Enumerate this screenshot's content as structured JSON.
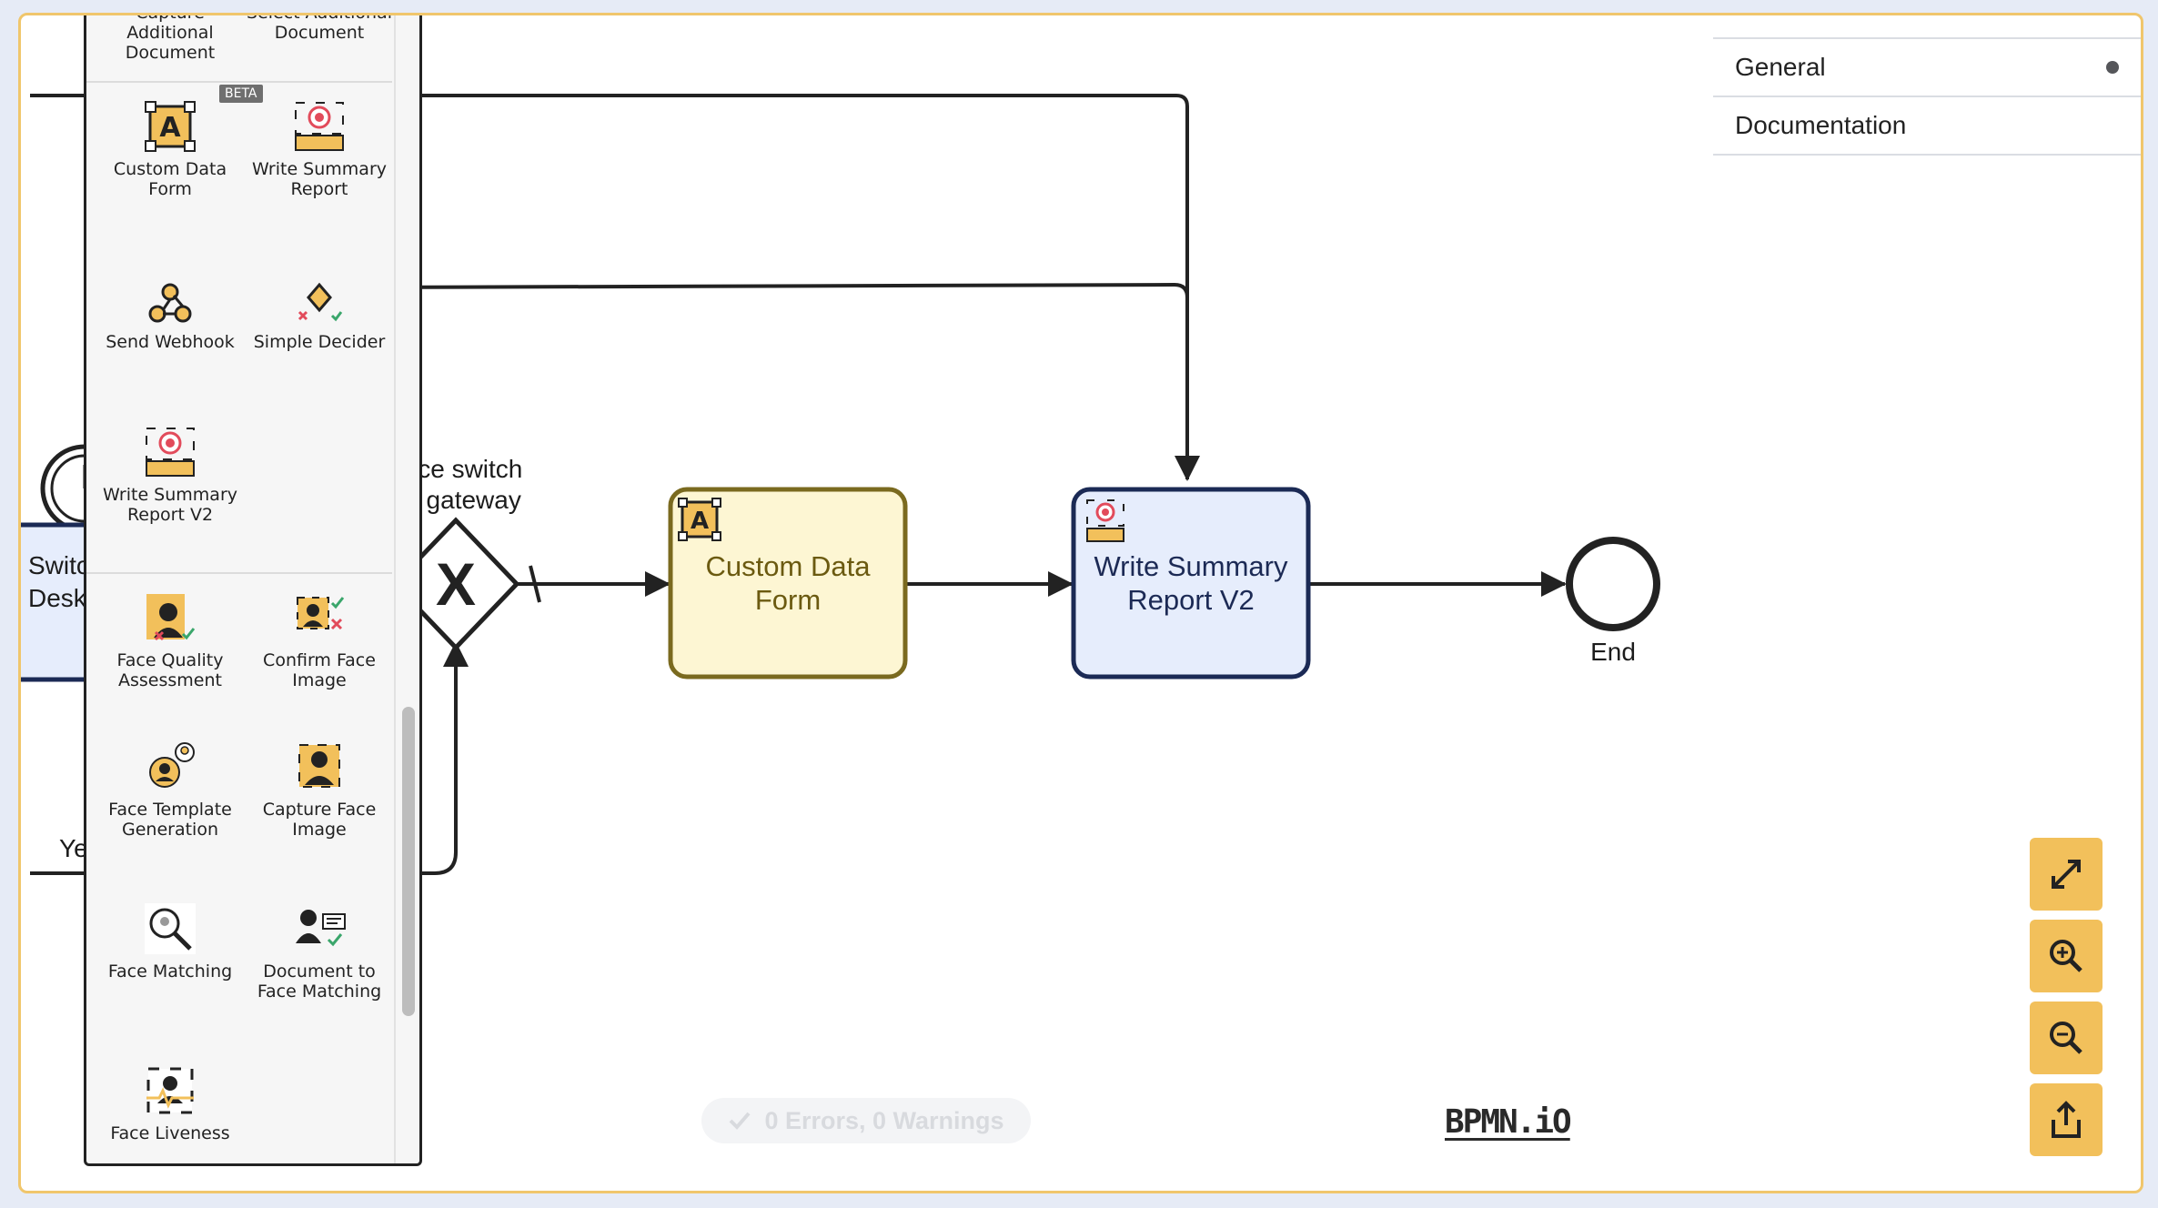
{
  "palette": {
    "items": [
      {
        "label": "Capture Additional Document"
      },
      {
        "label": "Select Additional Document"
      },
      {
        "label": "Custom Data Form"
      },
      {
        "label": "Write Summary Report"
      },
      {
        "label": "Send Webhook"
      },
      {
        "label": "Simple Decider"
      },
      {
        "label": "Write Summary Report V2"
      },
      {
        "label": "Face Quality Assessment"
      },
      {
        "label": "Confirm Face Image"
      },
      {
        "label": "Face Template Generation"
      },
      {
        "label": "Capture Face Image"
      },
      {
        "label": "Face Matching"
      },
      {
        "label": "Document to Face Matching"
      },
      {
        "label": "Face Liveness"
      }
    ],
    "beta_badge": "BETA"
  },
  "diagram": {
    "left_partial_task": [
      "Switc",
      "Desk"
    ],
    "left_partial_label": "Ye",
    "gateway_label": [
      "ice switch",
      "t gateway"
    ],
    "gateway_symbol": "X",
    "task_custom": [
      "Custom Data",
      "Form"
    ],
    "task_summary": [
      "Write Summary",
      "Report V2"
    ],
    "end_label": "End"
  },
  "properties": {
    "items": [
      {
        "label": "General",
        "has_indicator": true
      },
      {
        "label": "Documentation"
      }
    ]
  },
  "status": {
    "text": "0 Errors, 0 Warnings"
  },
  "branding": {
    "text": "BPMN.iO"
  },
  "controls": {
    "icons": [
      "fullscreen-icon",
      "zoom-in-icon",
      "zoom-out-icon",
      "export-icon"
    ]
  },
  "colors": {
    "accent": "#f2c05b",
    "task_custom_fill": "#fdf6d3",
    "task_custom_border": "#7a6a1f",
    "task_summary_fill": "#e6edfc",
    "task_summary_border": "#1b2a55"
  }
}
